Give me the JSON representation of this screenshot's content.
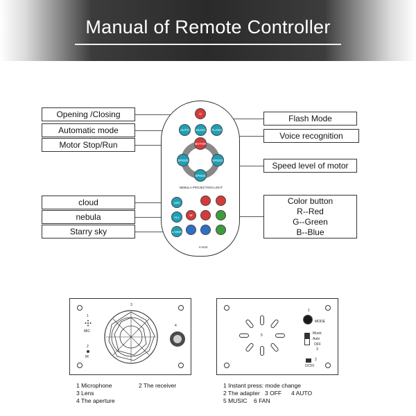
{
  "header": {
    "title": "Manual of Remote Controller"
  },
  "left_labels": {
    "opening_closing": "Opening /Closing",
    "automatic_mode": "Automatic mode",
    "motor_stop_run": "Motor Stop/Run",
    "cloud": "cloud",
    "nebula": "nebula",
    "starry_sky": "Starry sky"
  },
  "right_labels": {
    "flash_mode": "Flash Mode",
    "voice_recognition": "Voice recognition",
    "speed_level": "Speed level of motor",
    "color_title": "Color button",
    "color_r": "R--Red",
    "color_g": "G--Green",
    "color_b": "B--Blue"
  },
  "remote": {
    "auto": "AUTO",
    "music": "MUSIC",
    "flash": "FLASH",
    "motor": "MOTOR",
    "speed1": "SPEED",
    "speed2": "SPEED",
    "speed3": "SPEED",
    "brand": "NEBULA PROJECTION LIGHT",
    "led": "LED",
    "all": "ALL",
    "laser": "LASER",
    "w": "W",
    "model": "A-H24",
    "colors": [
      "#d33b3b",
      "#3f9b3f",
      "#2f6fc4"
    ]
  },
  "front_panel": {
    "n3": "3",
    "n4": "4",
    "n1": "1",
    "mic": "MIC",
    "n2": "2",
    "ir": "IR"
  },
  "back_panel": {
    "n1": "1",
    "mode": "MODE",
    "n5": "5",
    "n3": "3",
    "music": "Music",
    "auto": "Auto",
    "off": "OFF",
    "n2": "2",
    "dc": "DC5V"
  },
  "legend_front": {
    "l1": "1  Microphone",
    "l2": "2  The receiver",
    "l3": "3  Lens",
    "l4": "4  The aperture"
  },
  "legend_back": {
    "l1": "1  Instant press: mode change",
    "l2": "2  The adapter",
    "l3": "3  OFF",
    "l4": "4  AUTO",
    "l5": "5  MUSIC",
    "l6": "6  FAN"
  }
}
